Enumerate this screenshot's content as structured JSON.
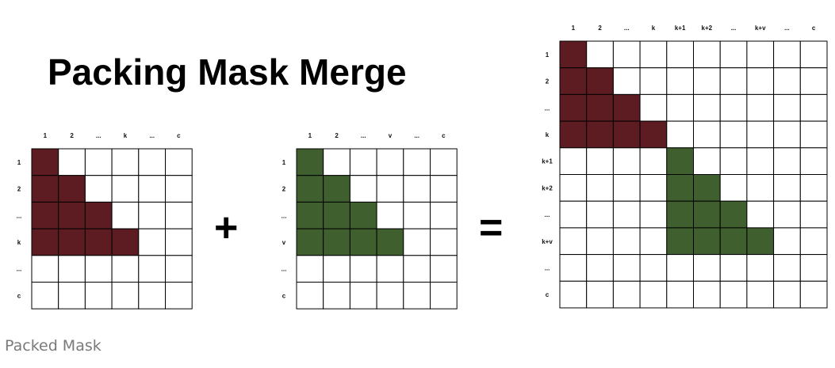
{
  "title": "Packing Mask Merge",
  "operators": {
    "plus": "+",
    "equals": "="
  },
  "caption": "Packed Mask",
  "colors": {
    "mask_a": "#5c1c21",
    "mask_b": "#3f5f2f",
    "grid_line": "#000000",
    "empty": "#ffffff"
  },
  "matrices": [
    {
      "id": "mask-a",
      "col_labels": [
        "1",
        "2",
        "...",
        "k",
        "...",
        "c"
      ],
      "row_labels": [
        "1",
        "2",
        "...",
        "k",
        "...",
        "c"
      ],
      "fill_color_key": "mask_a",
      "rows": [
        [
          1,
          0,
          0,
          0,
          0,
          0
        ],
        [
          1,
          1,
          0,
          0,
          0,
          0
        ],
        [
          1,
          1,
          1,
          0,
          0,
          0
        ],
        [
          1,
          1,
          1,
          1,
          0,
          0
        ],
        [
          0,
          0,
          0,
          0,
          0,
          0
        ],
        [
          0,
          0,
          0,
          0,
          0,
          0
        ]
      ]
    },
    {
      "id": "mask-b",
      "col_labels": [
        "1",
        "2",
        "...",
        "v",
        "...",
        "c"
      ],
      "row_labels": [
        "1",
        "2",
        "...",
        "v",
        "...",
        "c"
      ],
      "fill_color_key": "mask_b",
      "rows": [
        [
          1,
          0,
          0,
          0,
          0,
          0
        ],
        [
          1,
          1,
          0,
          0,
          0,
          0
        ],
        [
          1,
          1,
          1,
          0,
          0,
          0
        ],
        [
          1,
          1,
          1,
          1,
          0,
          0
        ],
        [
          0,
          0,
          0,
          0,
          0,
          0
        ],
        [
          0,
          0,
          0,
          0,
          0,
          0
        ]
      ]
    },
    {
      "id": "packed-mask",
      "col_labels": [
        "1",
        "2",
        "...",
        "k",
        "k+1",
        "k+2",
        "...",
        "k+v",
        "...",
        "c"
      ],
      "row_labels": [
        "1",
        "2",
        "...",
        "k",
        "k+1",
        "k+2",
        "...",
        "k+v",
        "...",
        "c"
      ],
      "rows": [
        [
          1,
          0,
          0,
          0,
          0,
          0,
          0,
          0,
          0,
          0
        ],
        [
          1,
          1,
          0,
          0,
          0,
          0,
          0,
          0,
          0,
          0
        ],
        [
          1,
          1,
          1,
          0,
          0,
          0,
          0,
          0,
          0,
          0
        ],
        [
          1,
          1,
          1,
          1,
          0,
          0,
          0,
          0,
          0,
          0
        ],
        [
          0,
          0,
          0,
          0,
          2,
          0,
          0,
          0,
          0,
          0
        ],
        [
          0,
          0,
          0,
          0,
          2,
          2,
          0,
          0,
          0,
          0
        ],
        [
          0,
          0,
          0,
          0,
          2,
          2,
          2,
          0,
          0,
          0
        ],
        [
          0,
          0,
          0,
          0,
          2,
          2,
          2,
          2,
          0,
          0
        ],
        [
          0,
          0,
          0,
          0,
          0,
          0,
          0,
          0,
          0,
          0
        ],
        [
          0,
          0,
          0,
          0,
          0,
          0,
          0,
          0,
          0,
          0
        ]
      ]
    }
  ]
}
